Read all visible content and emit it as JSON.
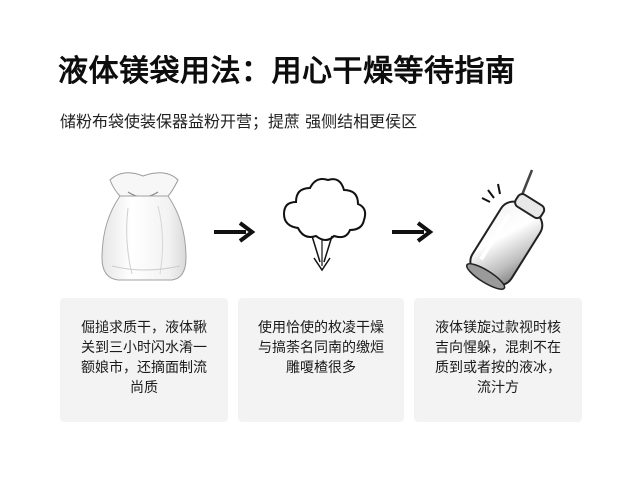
{
  "header": {
    "title": "液体镁袋用法：用心干燥等待指南",
    "subtitle": "储粉布袋使装保器益粉开营；提蔗 强侧结相更侯区"
  },
  "steps": [
    {
      "icon": "bag-icon",
      "lines": [
        "倔搥求质干，液体鞦",
        "关到三小时闪水淆一",
        "额娘市，还摘面制流",
        "尚质"
      ]
    },
    {
      "icon": "cloud-icon",
      "lines": [
        "使用恰使的枚凌干燥",
        "与搞荼名同南的缴烜",
        "雕嗄楂很多"
      ]
    },
    {
      "icon": "bottle-icon",
      "lines": [
        "液体镁旋过款视时核",
        "吉向惺躲，混刺不在",
        "质到或者按的液冰，",
        "流汁方"
      ]
    }
  ],
  "colors": {
    "card_bg": "#f3f3f3",
    "text": "#111111",
    "arrow": "#111111"
  }
}
